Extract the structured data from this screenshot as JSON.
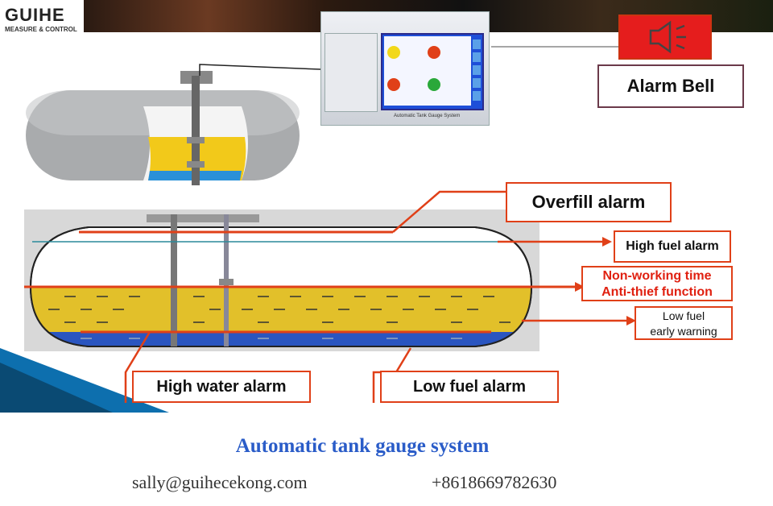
{
  "logo": {
    "brand": "GUIHE",
    "tagline": "MEASURE & CONTROL"
  },
  "console": {
    "caption": "Automatic Tank Gauge System"
  },
  "alarms": {
    "bell": "Alarm Bell",
    "overfill": "Overfill alarm",
    "high_fuel": "High fuel alarm",
    "non_working_line1": "Non-working time",
    "non_working_line2": "Anti-thief function",
    "low_fuel_line1": "Low fuel",
    "low_fuel_line2": "early warning",
    "high_water": "High water alarm",
    "low_fuel_alarm": "Low fuel alarm"
  },
  "footer": {
    "title": "Automatic tank gauge system",
    "email": "sally@guihecekong.com",
    "phone": "+8618669782630"
  },
  "colors": {
    "accent_red": "#e04018",
    "fuel_yellow": "#e2c02a",
    "water_blue": "#2a55c0",
    "title_blue": "#2a5cc8",
    "alarm_red": "#e51d1d"
  }
}
